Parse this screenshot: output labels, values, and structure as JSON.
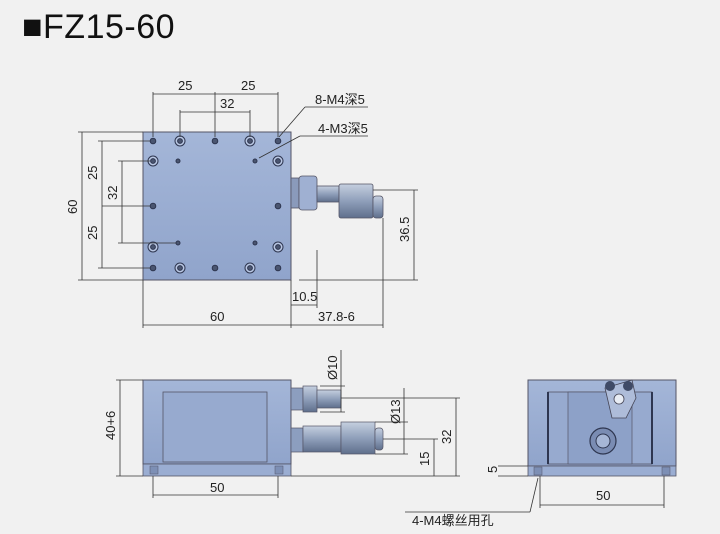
{
  "title": "■FZ15-60",
  "top_view": {
    "dim_top_left": "25",
    "dim_top_right": "25",
    "dim_top_inner": "32",
    "dim_left_overall": "60",
    "dim_left_upper": "25",
    "dim_left_inner": "32",
    "dim_left_lower": "25",
    "dim_bottom_width": "60",
    "dim_bottom_offset": "10.5",
    "dim_bottom_micrometer": "37.8-6",
    "dim_right_height": "36.5",
    "callout_m4": "8-M4深5",
    "callout_m3": "4-M3深5"
  },
  "side_view": {
    "dim_height": "40+6",
    "dim_width": "50",
    "dim_phi10": "Ø10",
    "dim_phi13": "Ø13",
    "dim_32": "32",
    "dim_15": "15"
  },
  "end_view": {
    "dim_width": "50",
    "dim_5": "5",
    "callout_screw": "4-M4螺丝用孔"
  },
  "colors": {
    "plate": "#9aaed2",
    "plate_dark": "#6f84ad",
    "metal": "#8c9db8",
    "line": "#333333",
    "background": "#f1f1f1"
  }
}
